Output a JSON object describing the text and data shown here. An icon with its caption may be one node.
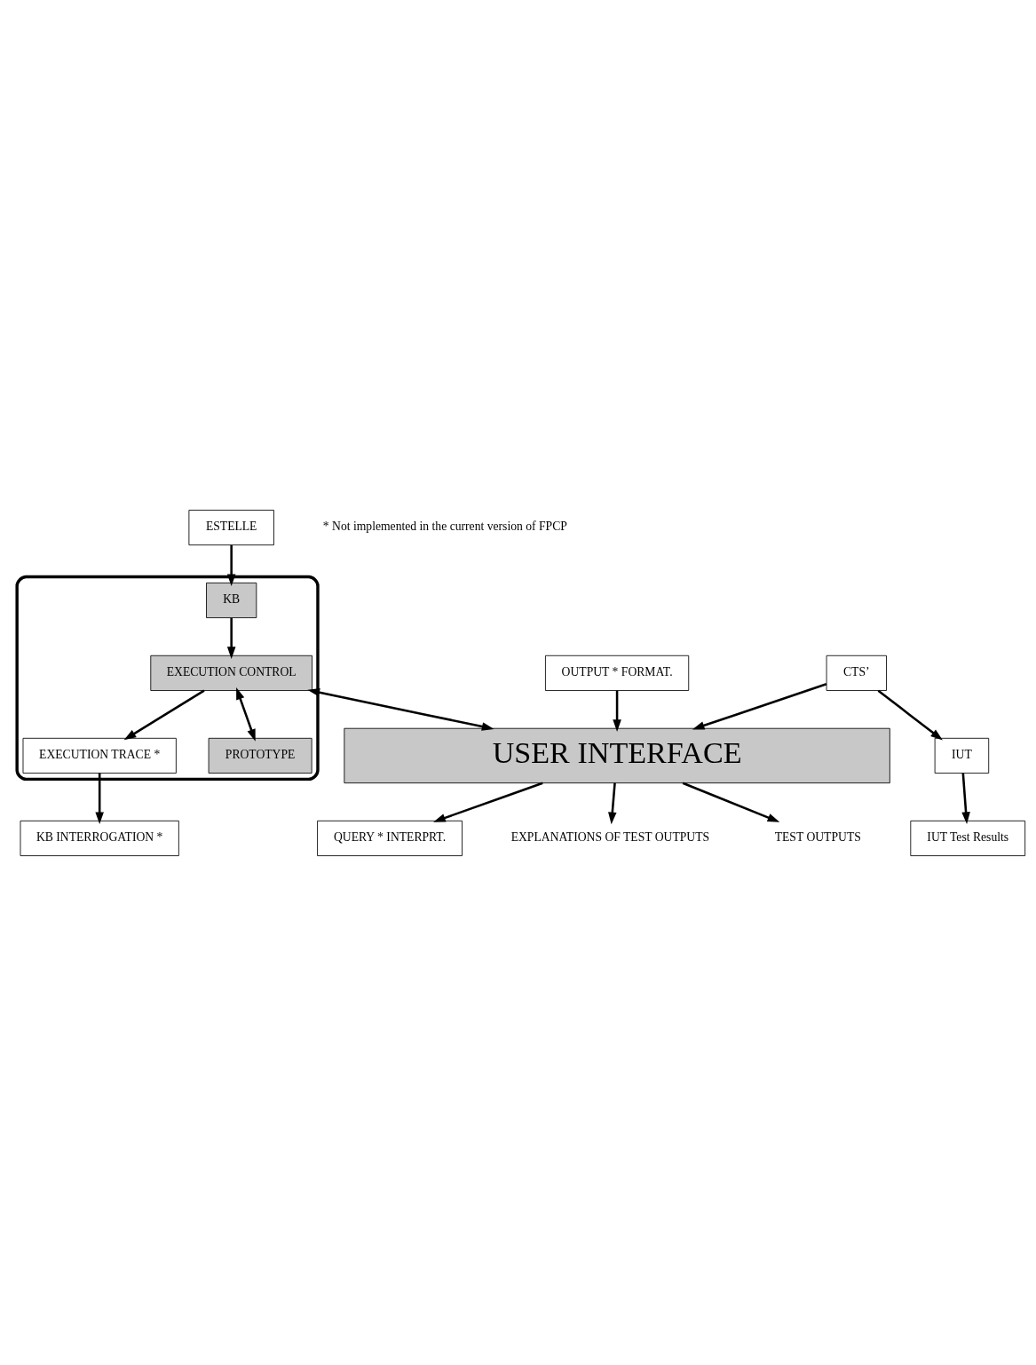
{
  "diagram": {
    "nodes": [
      {
        "text": [
          "ESTELLE"
        ]
      },
      {
        "text": [],
        "shape": "box"
      },
      {
        "text": [
          "KB"
        ],
        "in": 1
      },
      {
        "text": [
          "EXECUTION TRACE *"
        ],
        "in": 1
      },
      {
        "text": [
          "EXECUTION CONTROL"
        ],
        "in": 1
      },
      {
        "text": [
          "PROTOTYPE"
        ],
        "in": 1
      },
      {
        "text": [
          "KB INTERROGATION *"
        ]
      },
      {
        "text": [
          "QUERY * INTERPRT."
        ]
      },
      {
        "text": [
          "OUTPUT * FORMAT."
        ]
      },
      {
        "text": [
          "USER INTERFACE"
        ]
      },
      {
        "text": [
          "CTS’"
        ]
      },
      {
        "text": [
          "IUT"
        ]
      },
      {
        "text": [
          "IUT Test Results"
        ]
      },
      {
        "text": [
          "EXPLANATIONS OF TEST OUTPUTS"
        ]
      },
      {
        "text": [
          "TEST OUTPUTS"
        ]
      }
    ],
    "edges": [
      {
        "from": 0,
        "to": 2,
        "arrow": "to"
      },
      {
        "from": 2,
        "to": 4,
        "arrow": "to"
      },
      {
        "from": 4,
        "to": 5,
        "arrow": "both"
      },
      {
        "from": 4,
        "to": 3,
        "arrow": "to"
      },
      {
        "from": 3,
        "to": 6,
        "arrow": "to"
      },
      {
        "from": 4,
        "to": 9,
        "arrow": "both"
      },
      {
        "from": 9,
        "to": 7,
        "arrow": "to"
      },
      {
        "from": 8,
        "to": 9,
        "arrow": "to"
      },
      {
        "from": 9,
        "to": 13,
        "arrow": "to"
      },
      {
        "from": 9,
        "to": 14,
        "arrow": "to"
      },
      {
        "from": 10,
        "to": 9,
        "arrow": "to"
      },
      {
        "from": 10,
        "to": 11,
        "arrow": "to"
      },
      {
        "from": 11,
        "to": 12,
        "arrow": "to"
      }
    ],
    "labels": [
      "* Not implemented in the current version of FPCP"
    ]
  }
}
